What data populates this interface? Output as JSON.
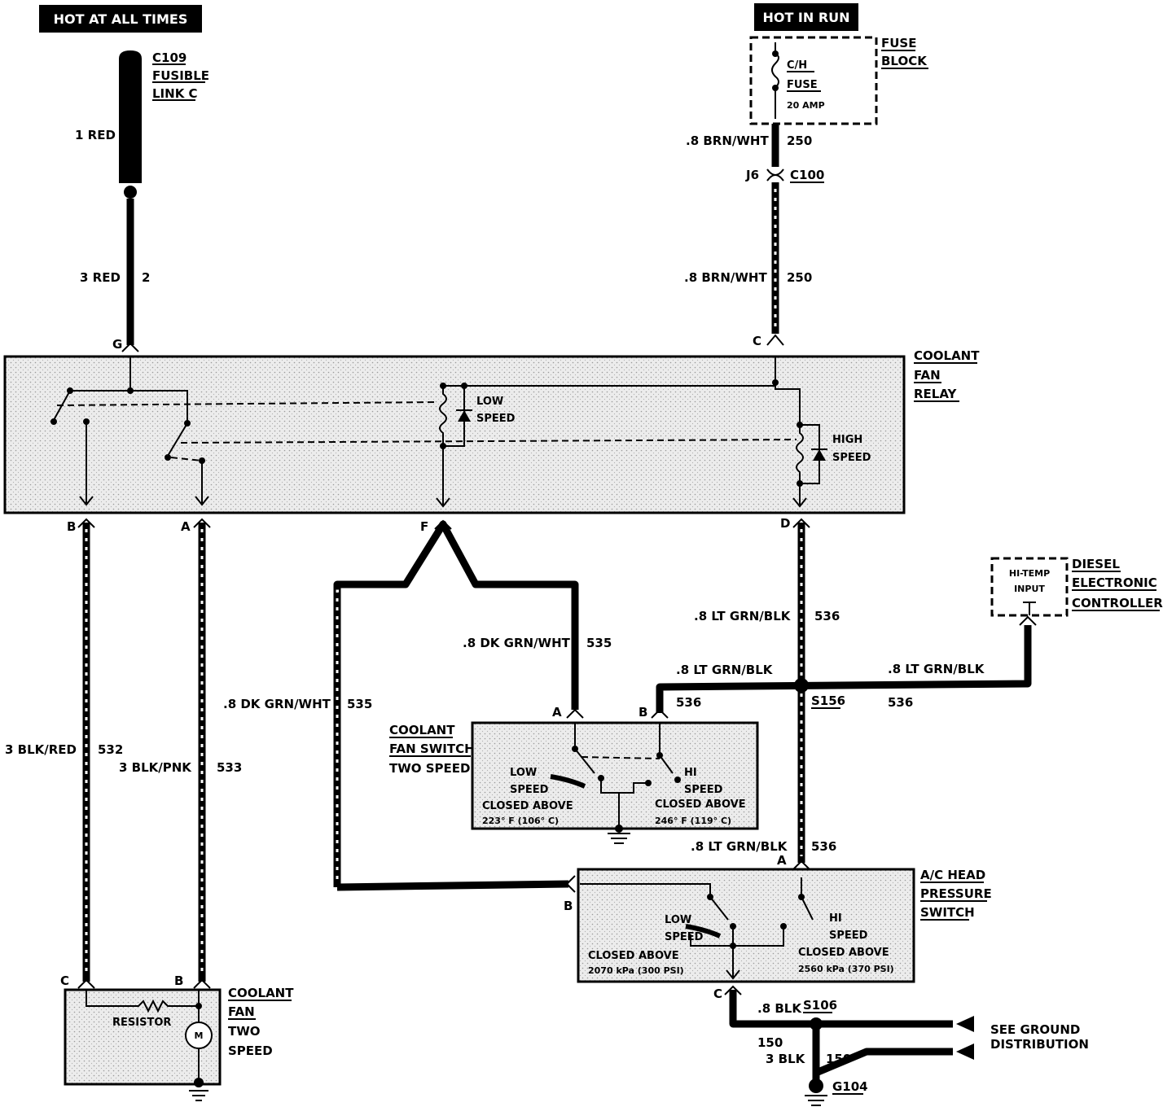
{
  "headers": {
    "left": "HOT AT ALL TIMES",
    "right": "HOT IN RUN"
  },
  "fusible_link": {
    "lines": [
      "C109",
      "FUSIBLE",
      "LINK C"
    ],
    "wire": "1 RED"
  },
  "fuse_block": {
    "title": [
      "FUSE",
      "BLOCK"
    ],
    "fuse_name": [
      "C/H",
      "FUSE"
    ],
    "rating": "20 AMP"
  },
  "wires": {
    "w_3red": "3 RED",
    "w_3red_circuit": "2",
    "w_brnwht_top": ".8 BRN/WHT",
    "w_brnwht_top_circuit": "250",
    "connector_j6": "J6",
    "connector_c100": "C100",
    "w_brnwht_mid": ".8 BRN/WHT",
    "w_brnwht_mid_circuit": "250",
    "w_532": "3 BLK/RED",
    "w_532_circuit": "532",
    "w_533": "3 BLK/PNK",
    "w_533_circuit": "533",
    "w_535_left": ".8 DK GRN/WHT",
    "w_535_left_circuit": "535",
    "w_535_right": ".8 DK GRN/WHT",
    "w_535_right_circuit": "535",
    "w_536_vert": ".8 LT GRN/BLK",
    "w_536_vert_circuit": "536",
    "w_536_hl": ".8 LT GRN/BLK",
    "w_536_hl_circuit": "536",
    "w_536_hr": ".8 LT GRN/BLK",
    "w_536_hr_circuit": "536",
    "splice_s156": "S156",
    "w_536_low": ".8 LT GRN/BLK",
    "w_536_low_circuit": "536",
    "w_blk_top": ".8 BLK",
    "splice_s106": "S106",
    "w_150_circuit_a": "150",
    "w_3blk": "3 BLK",
    "w_150_circuit_b": "150",
    "ground_g104": "G104"
  },
  "relay": {
    "title": [
      "COOLANT",
      "FAN",
      "RELAY"
    ],
    "low_coil": [
      "LOW",
      "SPEED"
    ],
    "high_coil": [
      "HIGH",
      "SPEED"
    ],
    "pins": {
      "G": "G",
      "C": "C",
      "B": "B",
      "A": "A",
      "F": "F",
      "D": "D"
    }
  },
  "dec": {
    "inner": [
      "HI-TEMP",
      "INPUT"
    ],
    "title": [
      "DIESEL",
      "ELECTRONIC",
      "CONTROLLER"
    ]
  },
  "fan_switch": {
    "title": [
      "COOLANT",
      "FAN SWITCH",
      "TWO SPEED"
    ],
    "pin_a": "A",
    "pin_b": "B",
    "low": [
      "LOW",
      "SPEED"
    ],
    "hi": [
      "HI",
      "SPEED"
    ],
    "low_closed": [
      "CLOSED ABOVE",
      "223° F (106° C)"
    ],
    "hi_closed": [
      "CLOSED ABOVE",
      "246° F (119° C)"
    ]
  },
  "pressure_switch": {
    "title": [
      "A/C HEAD",
      "PRESSURE",
      "SWITCH"
    ],
    "pin_a": "A",
    "pin_b": "B",
    "pin_c": "C",
    "low": [
      "LOW",
      "SPEED"
    ],
    "hi": [
      "HI",
      "SPEED"
    ],
    "low_closed": [
      "CLOSED ABOVE",
      "2070 kPa (300 PSI)"
    ],
    "hi_closed": [
      "CLOSED ABOVE",
      "2560 kPa (370 PSI)"
    ]
  },
  "fan": {
    "title": [
      "COOLANT",
      "FAN",
      "TWO",
      "SPEED"
    ],
    "pin_c": "C",
    "pin_b": "B",
    "resistor": "RESISTOR",
    "motor": "M"
  },
  "ground_dist": [
    "SEE GROUND",
    "DISTRIBUTION"
  ]
}
